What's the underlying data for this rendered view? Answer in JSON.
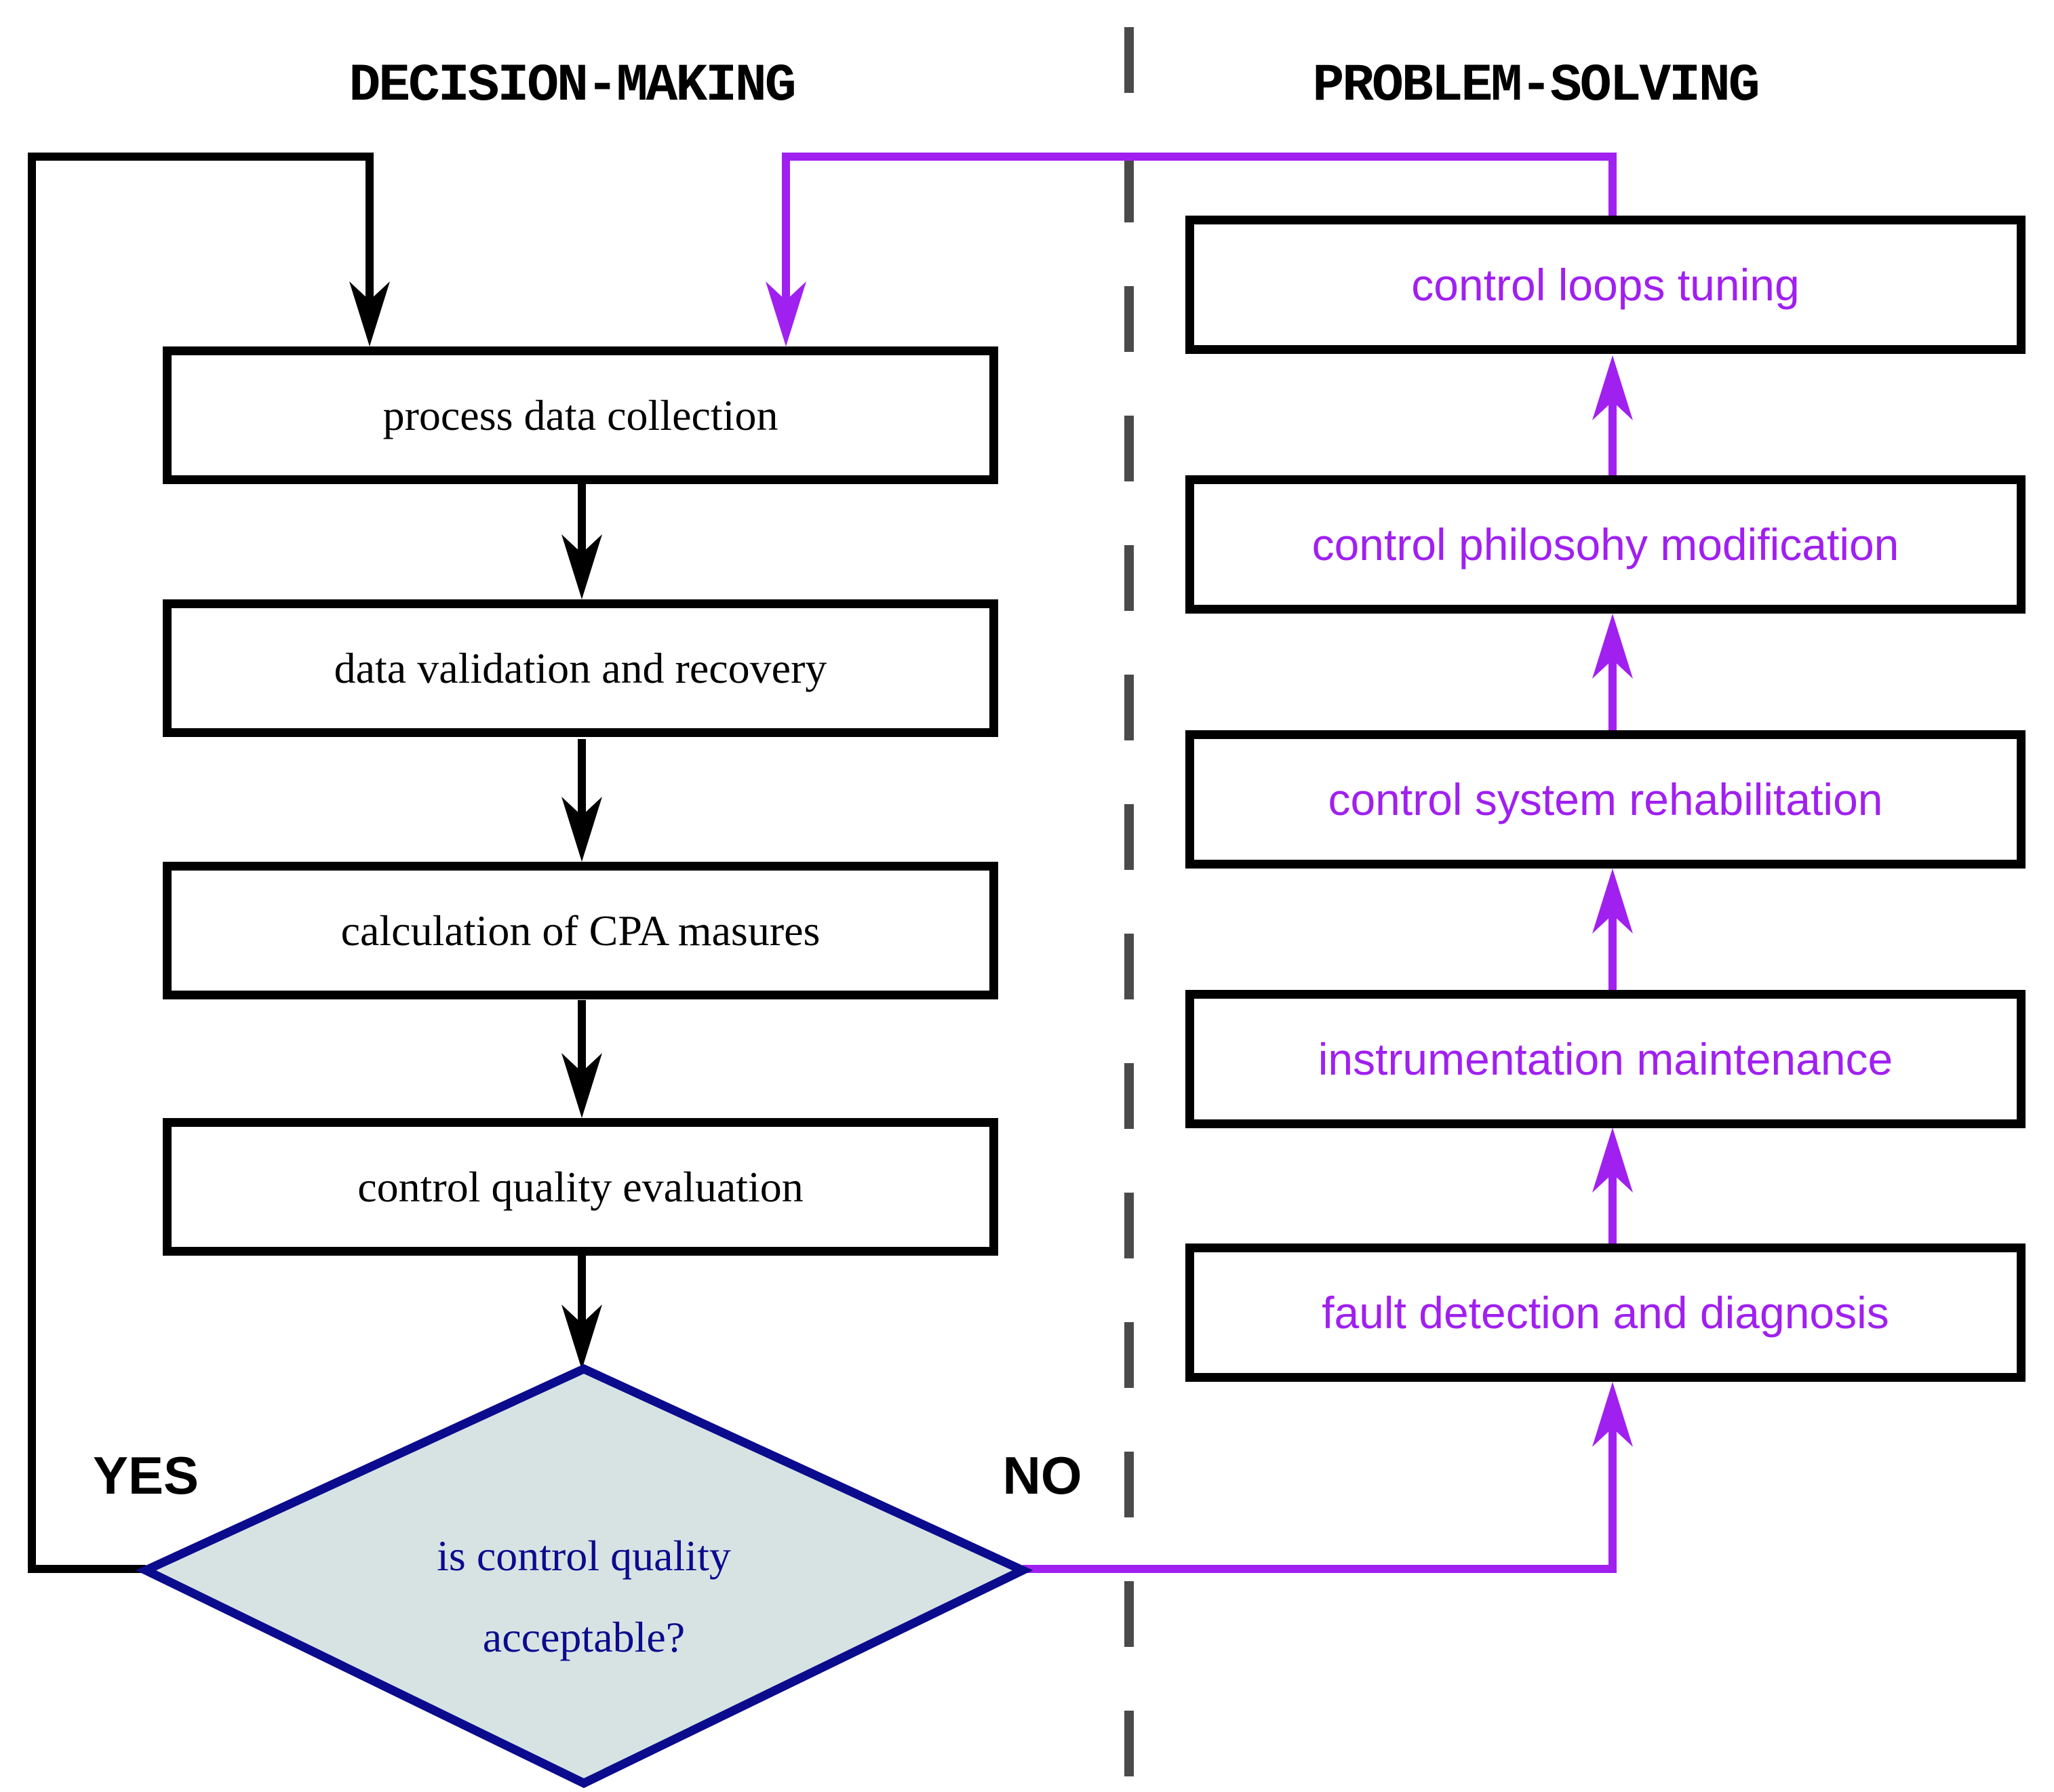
{
  "titles": {
    "left_column": "DECISION-MAKING",
    "right_column": "PROBLEM-SOLVING"
  },
  "decision_flow": {
    "boxes": [
      "process data collection",
      "data validation and recovery",
      "calculation of CPA masures",
      "control quality evaluation"
    ]
  },
  "problem_flow": {
    "boxes": [
      "control loops tuning",
      "control philosohy modification",
      "control system rehabilitation",
      "instrumentation maintenance",
      "fault detection and diagnosis"
    ]
  },
  "decision": {
    "question_line1": "is control quality",
    "question_line2": "acceptable?",
    "yes_label": "YES",
    "no_label": "NO"
  },
  "colors": {
    "flow_black": "#000000",
    "flow_purple": "#A020F0",
    "diamond_fill": "#D7E3E3",
    "diamond_border": "#0B0B8D",
    "diamond_text": "#0B0B8D",
    "divider_gray": "#4A4A4A",
    "box_border": "#000000",
    "background": "#FFFFFF"
  }
}
